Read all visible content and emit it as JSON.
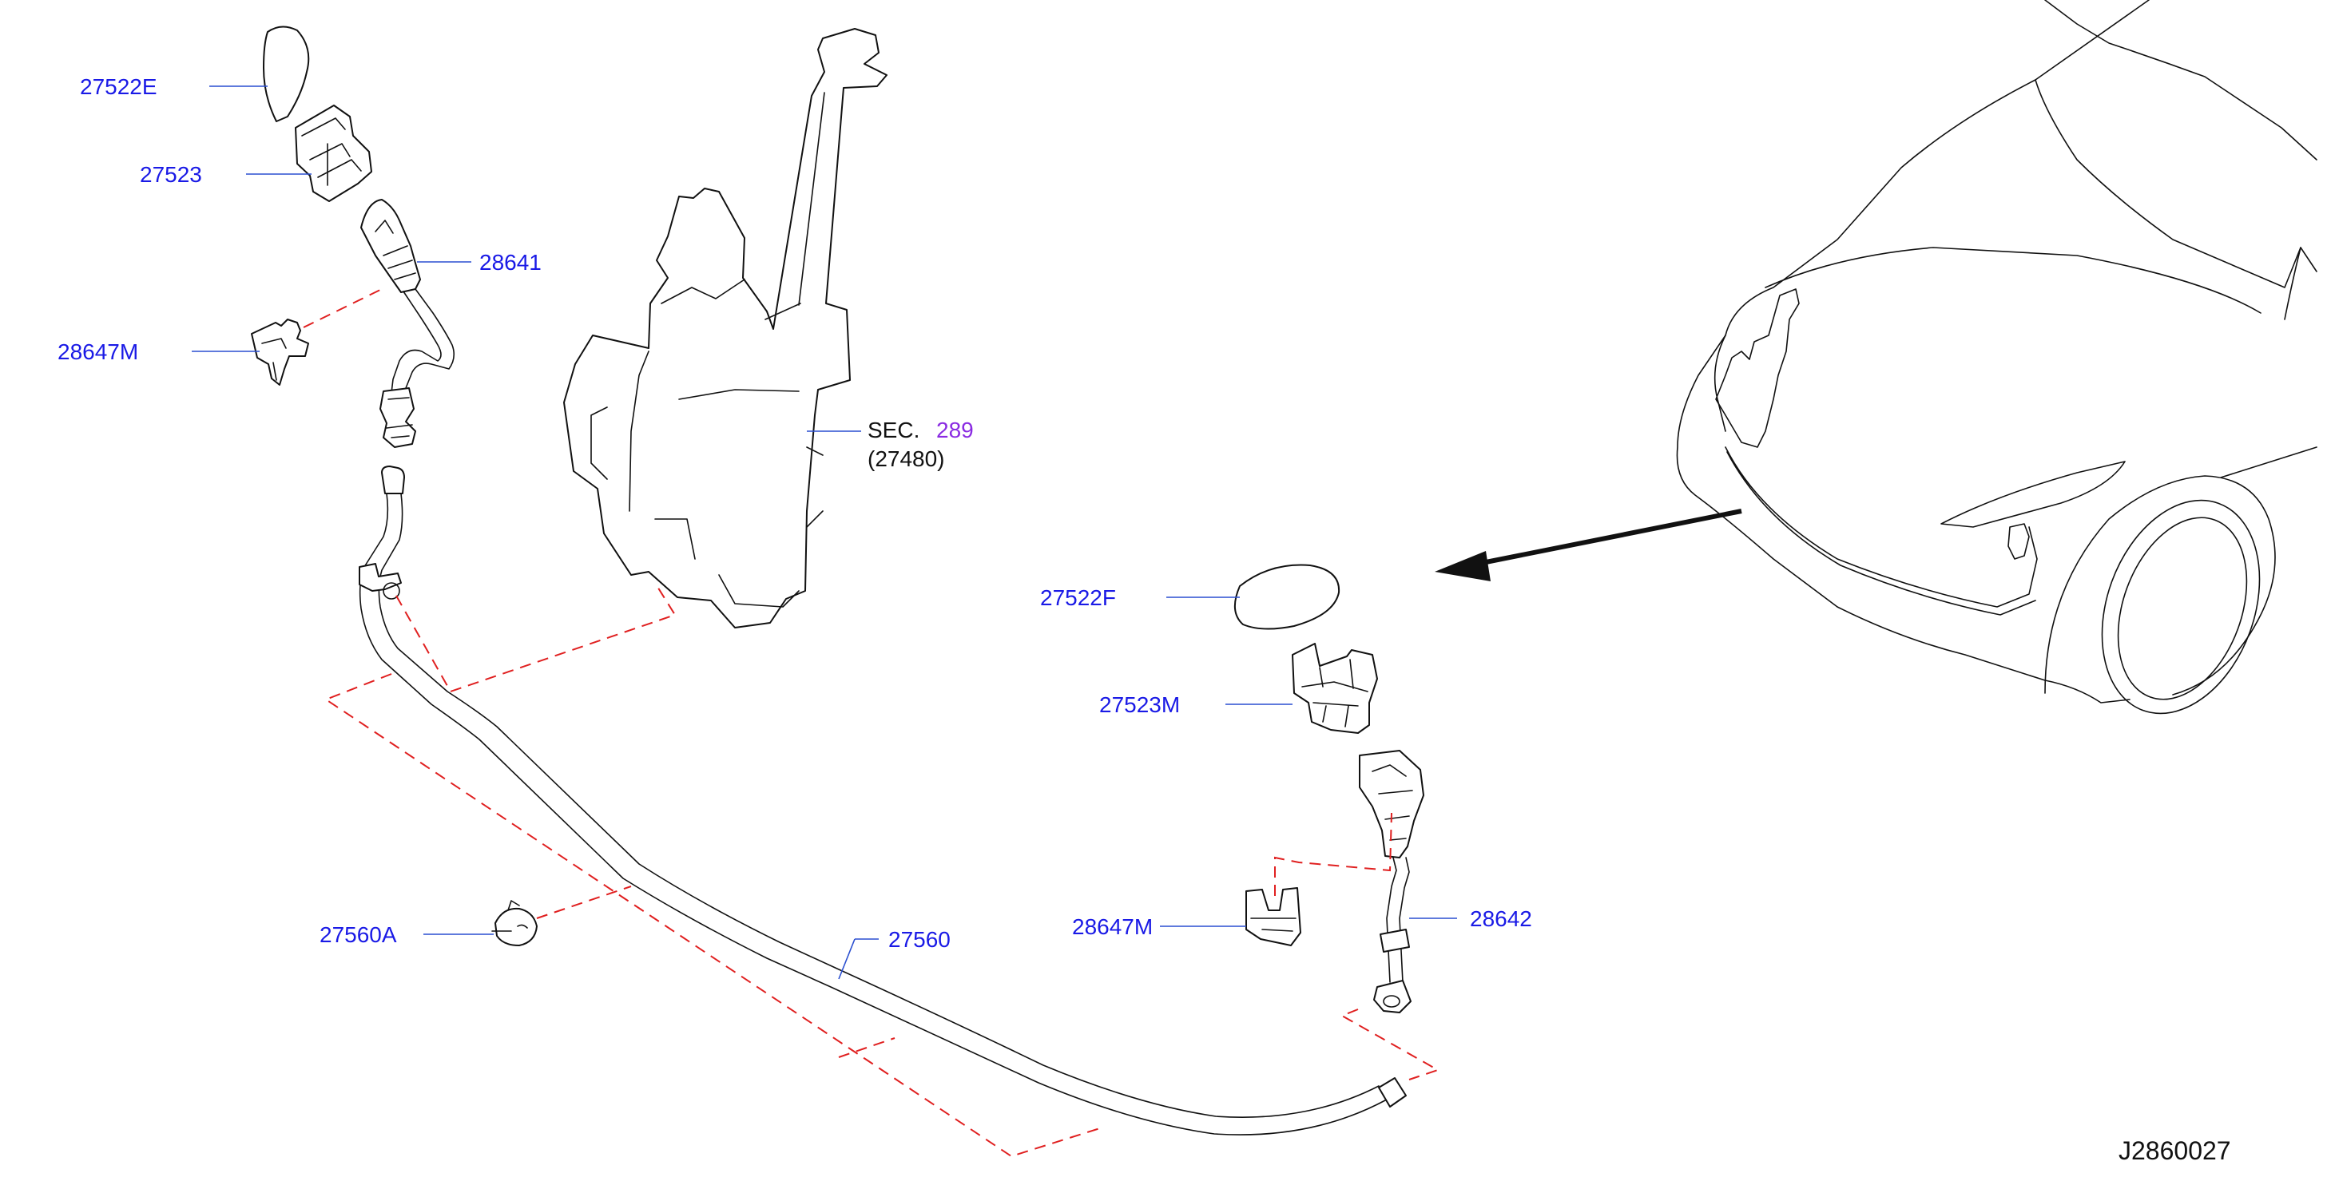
{
  "diagram": {
    "colors": {
      "label": "#1a1ae6",
      "section_ref": "#8a2be2",
      "dashed_guide": "#e02020",
      "line_art": "#111111"
    },
    "labels": {
      "p27522E": "27522E",
      "p27523": "27523",
      "p28641": "28641",
      "p28647M_left": "28647M",
      "sec_prefix": "SEC.",
      "sec_number": "289",
      "p27480": "(27480)",
      "p27522F": "27522F",
      "p27523M": "27523M",
      "p28647M_right": "28647M",
      "p28642": "28642",
      "p27560A": "27560A",
      "p27560": "27560"
    },
    "diagram_code": "J2860027"
  }
}
